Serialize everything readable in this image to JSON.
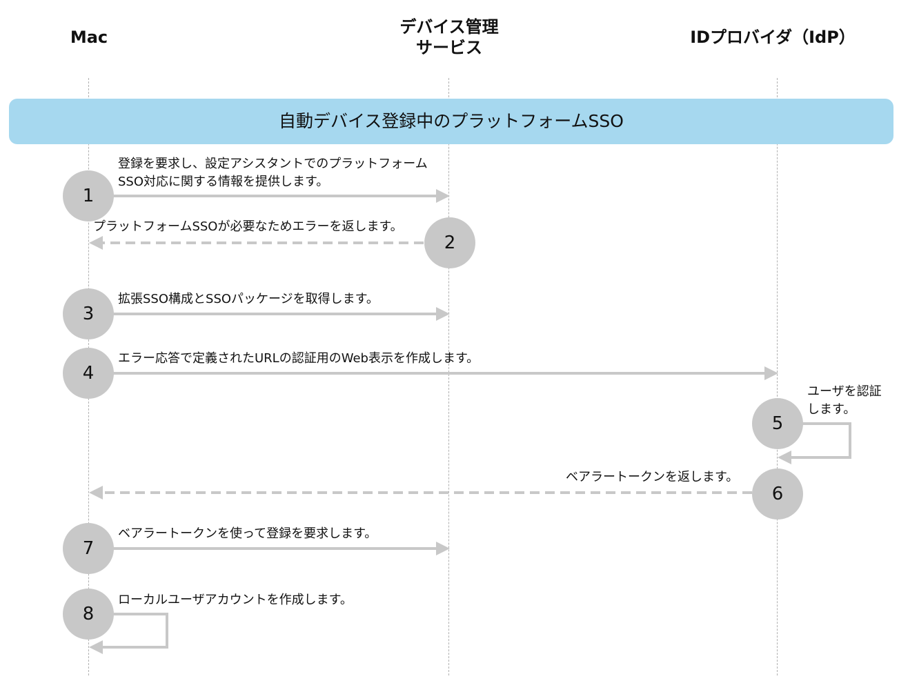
{
  "columns": {
    "mac": "Mac",
    "mdm_line1": "デバイス管理",
    "mdm_line2": "サービス",
    "idp": "IDプロバイダ（IdP）"
  },
  "banner": "自動デバイス登録中のプラットフォームSSO",
  "steps": [
    {
      "number": "1",
      "label_line1": "登録を要求し、設定アシスタントでのプラットフォーム",
      "label_line2": "SSO対応に関する情報を提供します。"
    },
    {
      "number": "2",
      "label": "プラットフォームSSOが必要なためエラーを返します。"
    },
    {
      "number": "3",
      "label": "拡張SSO構成とSSOパッケージを取得します。"
    },
    {
      "number": "4",
      "label": "エラー応答で定義されたURLの認証用のWeb表示を作成します。"
    },
    {
      "number": "5",
      "label_line1": "ユーザを認証",
      "label_line2": "します。"
    },
    {
      "number": "6",
      "label": "ベアラートークンを返します。"
    },
    {
      "number": "7",
      "label": "ベアラートークンを使って登録を要求します。"
    },
    {
      "number": "8",
      "label": "ローカルユーザアカウントを作成します。"
    }
  ],
  "colors": {
    "banner": "#a6d8ef",
    "arrow": "#c8c8c8",
    "circle": "#c8c8c8",
    "lifeline": "#b0b0b0"
  }
}
